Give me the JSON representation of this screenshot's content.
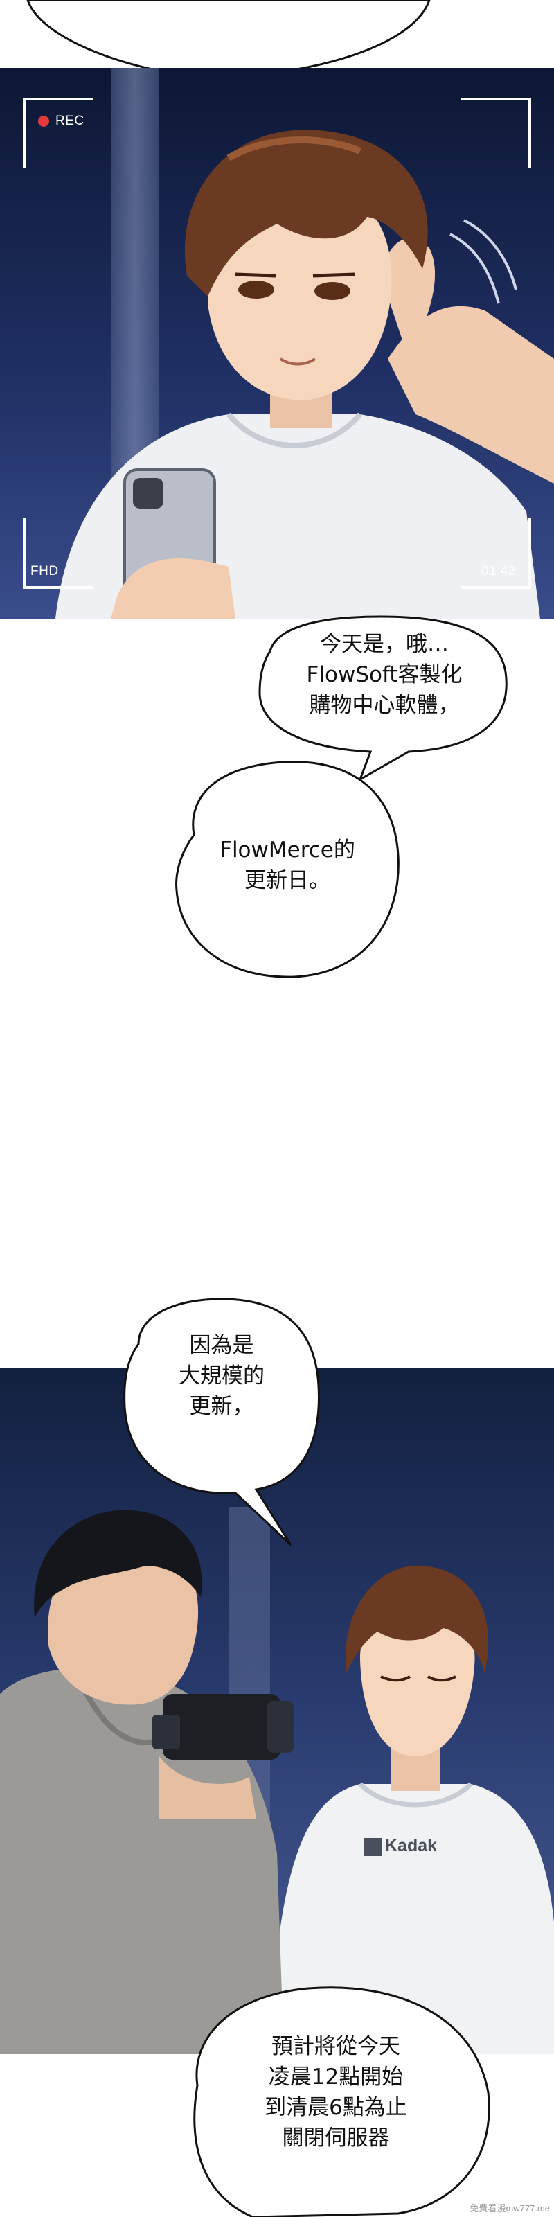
{
  "panel1": {
    "rec_label": "REC",
    "hd_label": "FHD",
    "timer": "01:42"
  },
  "bubbles": {
    "b1": [
      "今天是，哦…",
      "FlowSoft客製化",
      "購物中心軟體，"
    ],
    "b2": [
      "FlowMerce的",
      "更新日。"
    ],
    "b3": [
      "因為是",
      "大規模的",
      "更新，"
    ],
    "b4": [
      "預計將從今天",
      "凌晨12點開始",
      "到清晨6點為止",
      "關閉伺服器"
    ]
  },
  "shirt_logo": "Kadak",
  "watermark": "免費看漫mw777.me",
  "colors": {
    "night_sky": "#1c2a55",
    "hair": "#6b3a22",
    "skin": "#f5d2b8",
    "shirt": "#f1f2f4",
    "rec_dot": "#e23b3b"
  }
}
